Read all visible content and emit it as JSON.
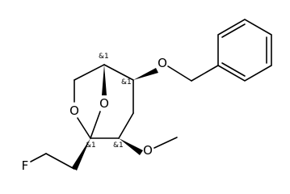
{
  "atoms": {
    "o_ring": "O",
    "o_bridge": "O",
    "o_benzyloxy": "O",
    "o_methoxy": "O",
    "f": "F"
  },
  "stereo_descriptors": {
    "bridgehead_top": "&1",
    "c_benzyloxy": "&1",
    "bridgehead_bottom": "&1",
    "c_methoxy": "&1"
  }
}
